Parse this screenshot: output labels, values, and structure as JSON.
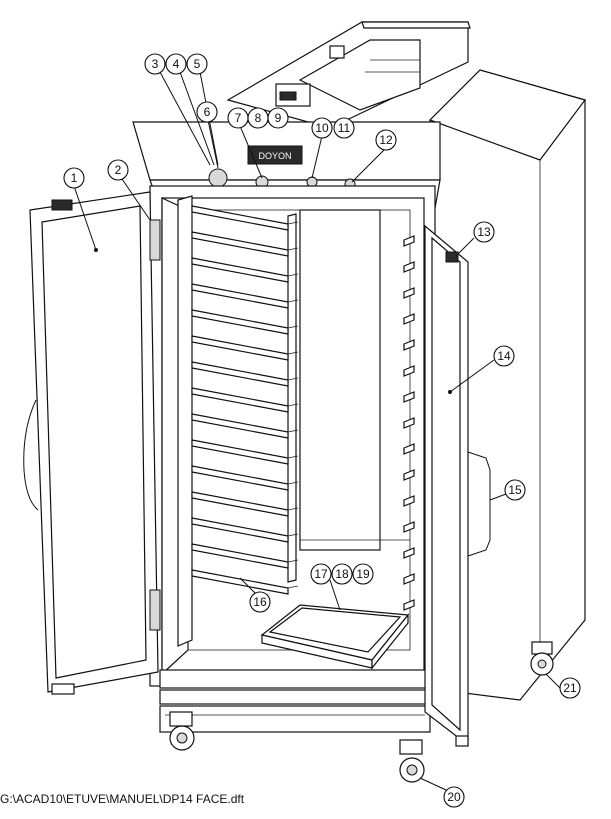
{
  "drawing": {
    "filename": "G:\\ACAD10\\ETUVE\\MANUEL\\DP14 FACE.dft",
    "brand_label": "DOYON"
  },
  "callouts": [
    {
      "id": "1",
      "label": "1"
    },
    {
      "id": "2",
      "label": "2"
    },
    {
      "id": "3",
      "label": "3"
    },
    {
      "id": "4",
      "label": "4"
    },
    {
      "id": "5",
      "label": "5"
    },
    {
      "id": "6",
      "label": "6"
    },
    {
      "id": "7",
      "label": "7"
    },
    {
      "id": "8",
      "label": "8"
    },
    {
      "id": "9",
      "label": "9"
    },
    {
      "id": "10",
      "label": "10"
    },
    {
      "id": "11",
      "label": "11"
    },
    {
      "id": "12",
      "label": "12"
    },
    {
      "id": "13",
      "label": "13"
    },
    {
      "id": "14",
      "label": "14"
    },
    {
      "id": "15",
      "label": "15"
    },
    {
      "id": "16",
      "label": "16"
    },
    {
      "id": "17",
      "label": "17"
    },
    {
      "id": "18",
      "label": "18"
    },
    {
      "id": "19",
      "label": "19"
    },
    {
      "id": "20",
      "label": "20"
    },
    {
      "id": "21",
      "label": "21"
    }
  ]
}
